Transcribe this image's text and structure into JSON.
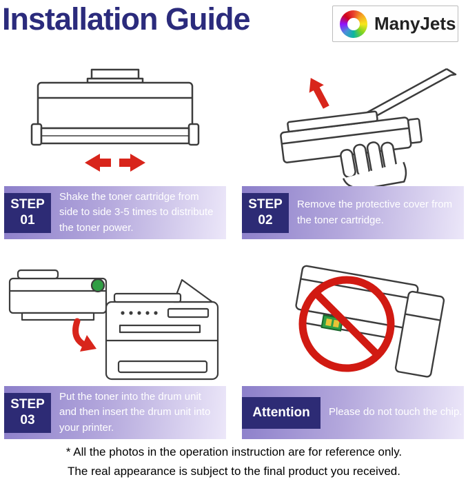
{
  "header": {
    "title": "Installation Guide",
    "logo": {
      "brand": "ManyJets"
    }
  },
  "steps": [
    {
      "label": "STEP",
      "number": "01",
      "text": "Shake the toner cartridge from side to side 3-5 times to distribute the toner power."
    },
    {
      "label": "STEP",
      "number": "02",
      "text": "Remove the protective cover from the toner cartridge."
    },
    {
      "label": "STEP",
      "number": "03",
      "text": "Put the toner into the drum unit and then insert the drum unit into your printer."
    },
    {
      "label": "Attention",
      "text": "Please do not touch the chip."
    }
  ],
  "footer": {
    "line1": "* All the photos in the operation instruction are for reference only.",
    "line2": "The real appearance is subject to the final product you received."
  },
  "colors": {
    "title_navy": "#2b2b7c",
    "step_box_navy": "#2d2b75",
    "band_gradient_start": "#8c7fca",
    "band_gradient_end": "#ece7f9",
    "arrow_red": "#d8251b",
    "prohibition_red": "#d11a12",
    "chip_green": "#2f9e44"
  }
}
